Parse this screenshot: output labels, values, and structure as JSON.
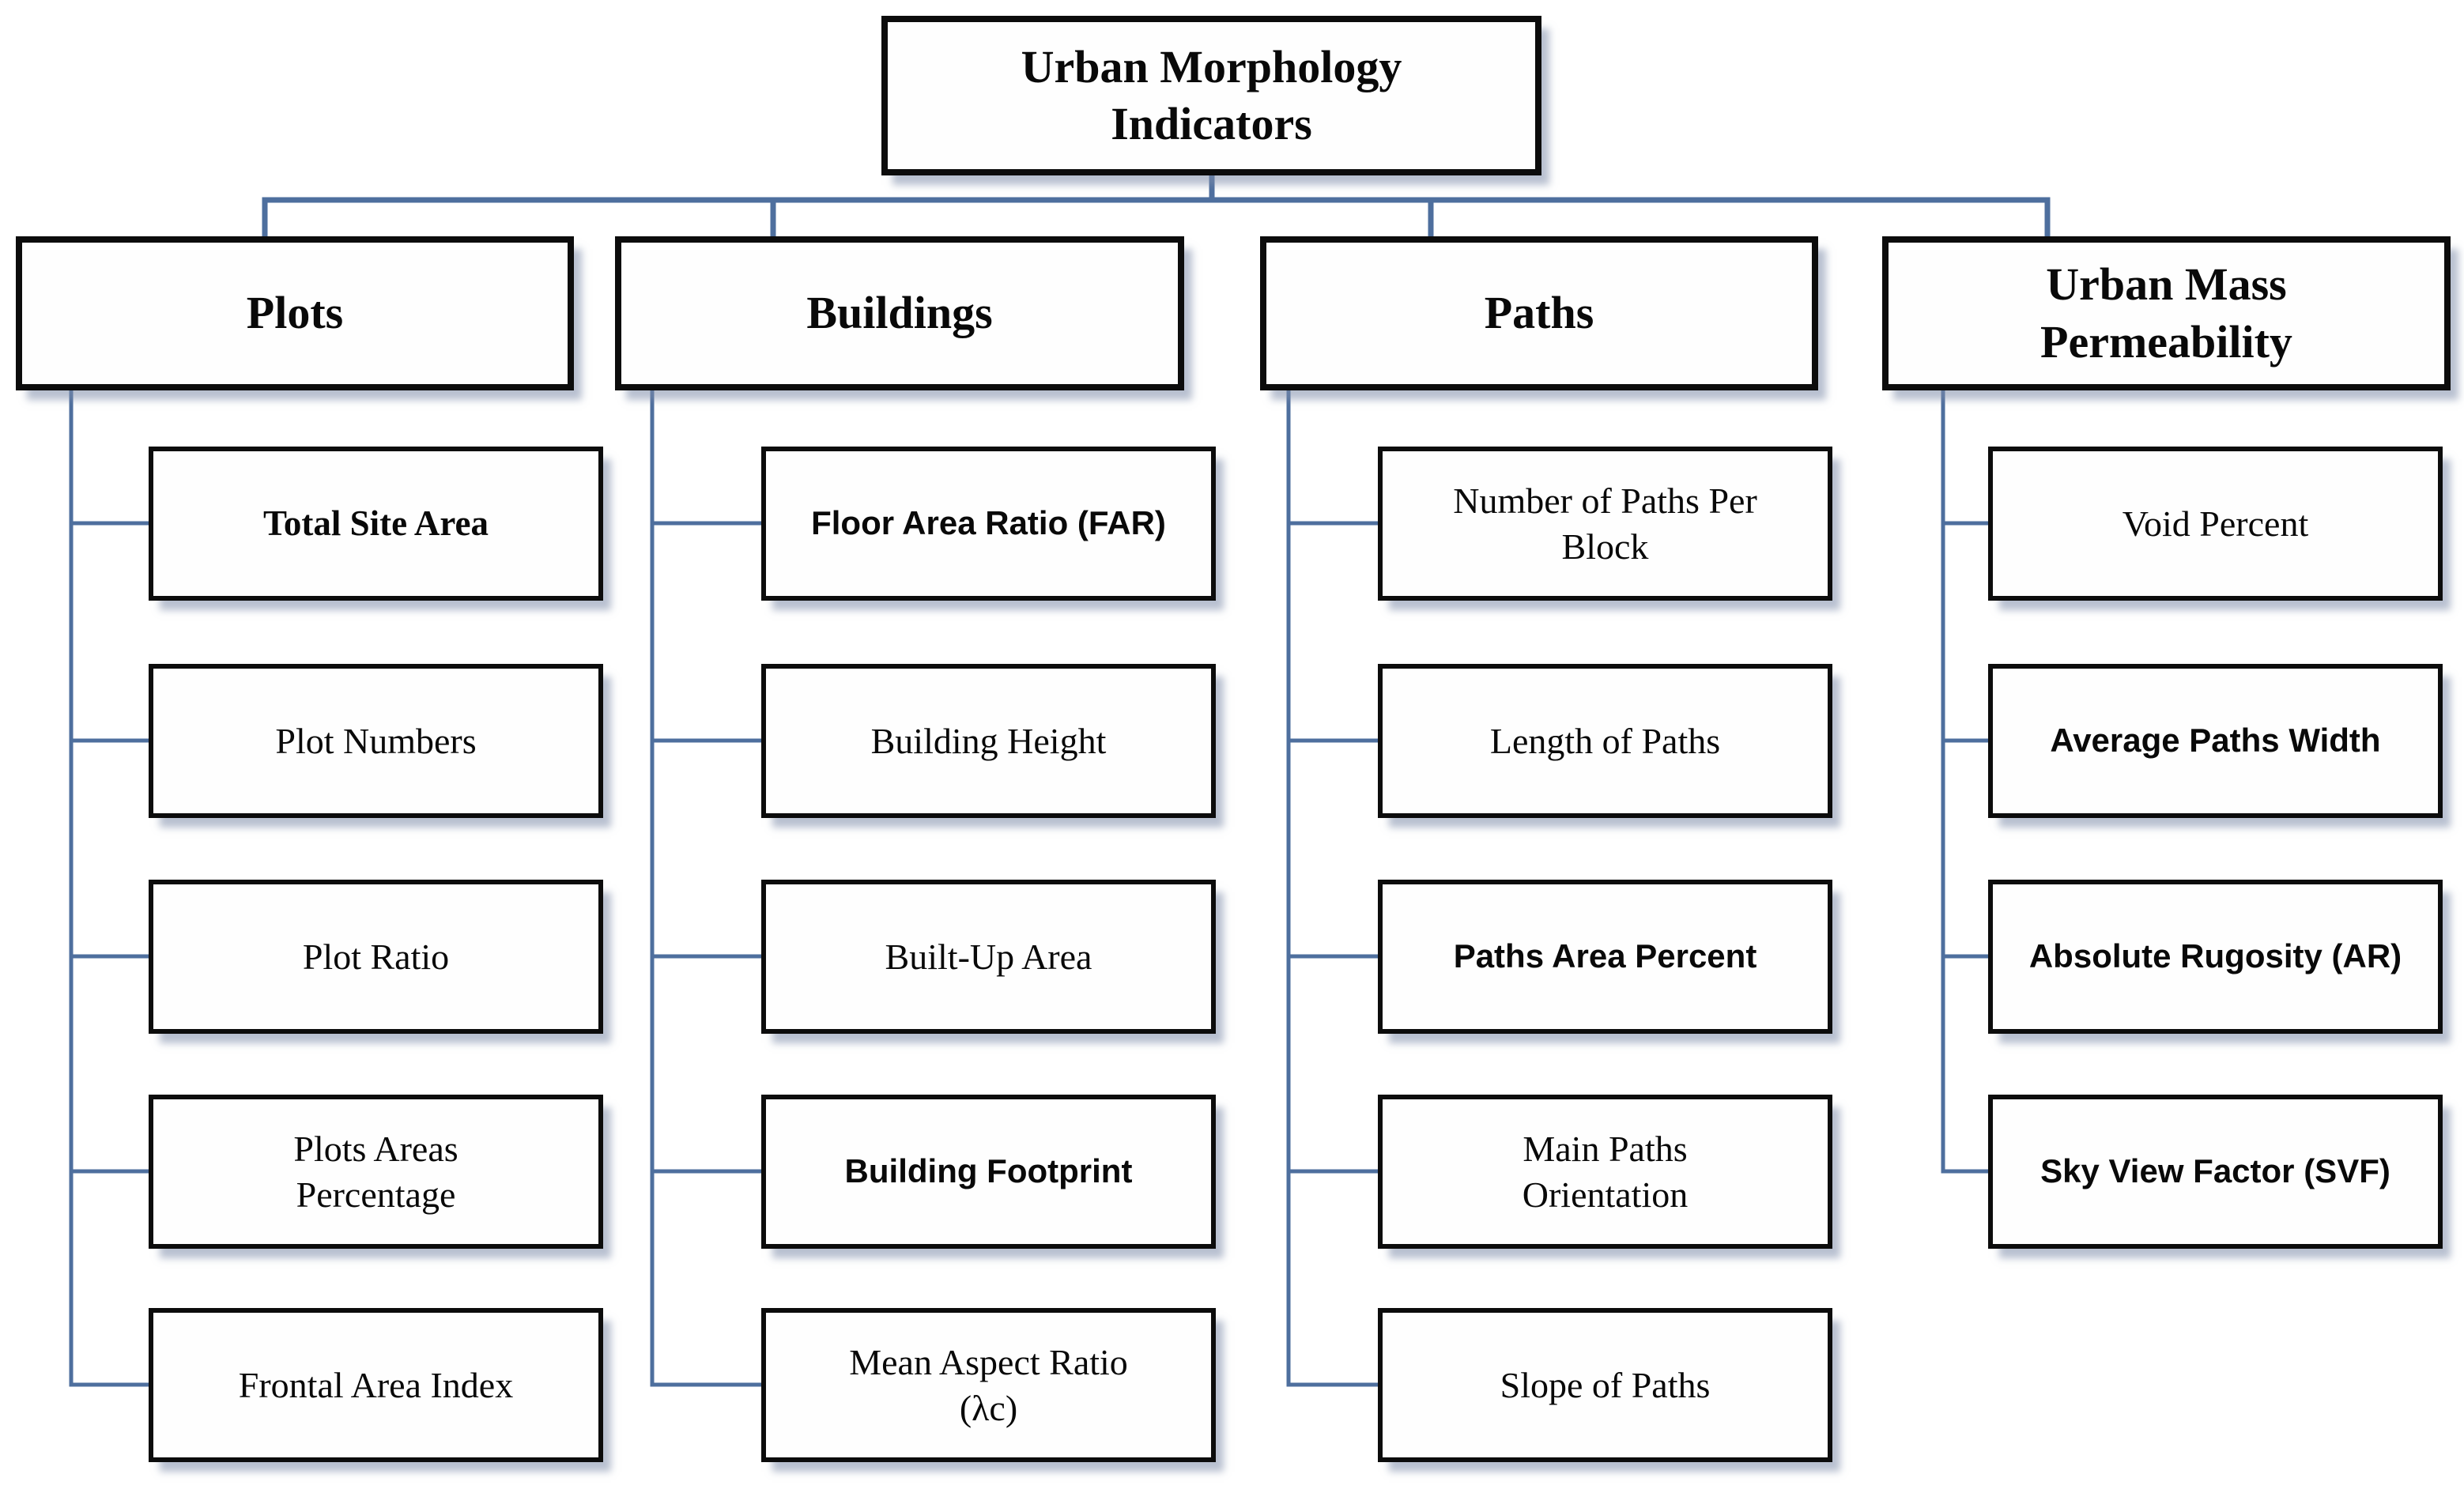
{
  "diagram": {
    "title": "Urban Morphology\nIndicators",
    "connector_color": "#4e6f9e",
    "box_border_color": "#0c0c0c",
    "box_fill_color": "#fefefe",
    "columns": [
      {
        "title": "Plots",
        "children": [
          {
            "label": "Total Site Area",
            "style": "serif-bold"
          },
          {
            "label": "Plot Numbers",
            "style": "serif"
          },
          {
            "label": "Plot Ratio",
            "style": "serif"
          },
          {
            "label": "Plots Areas\nPercentage",
            "style": "serif"
          },
          {
            "label": "Frontal Area Index",
            "style": "serif"
          }
        ]
      },
      {
        "title": "Buildings",
        "children": [
          {
            "label": "Floor Area Ratio (FAR)",
            "style": "sans-bold"
          },
          {
            "label": "Building Height",
            "style": "serif"
          },
          {
            "label": "Built-Up Area",
            "style": "serif"
          },
          {
            "label": "Building Footprint",
            "style": "sans-bold"
          },
          {
            "label": "Mean Aspect Ratio\n(λc)",
            "style": "serif"
          }
        ]
      },
      {
        "title": "Paths",
        "children": [
          {
            "label": "Number of Paths Per\nBlock",
            "style": "serif"
          },
          {
            "label": "Length of Paths",
            "style": "serif"
          },
          {
            "label": "Paths Area Percent",
            "style": "sans-bold"
          },
          {
            "label": "Main Paths\nOrientation",
            "style": "serif"
          },
          {
            "label": "Slope of Paths",
            "style": "serif"
          }
        ]
      },
      {
        "title": "Urban Mass\nPermeability",
        "children": [
          {
            "label": "Void Percent",
            "style": "serif"
          },
          {
            "label": "Average Paths Width",
            "style": "sans-bold"
          },
          {
            "label": "Absolute Rugosity (AR)",
            "style": "sans-bold"
          },
          {
            "label": "Sky View Factor (SVF)",
            "style": "sans-bold"
          }
        ]
      }
    ]
  }
}
